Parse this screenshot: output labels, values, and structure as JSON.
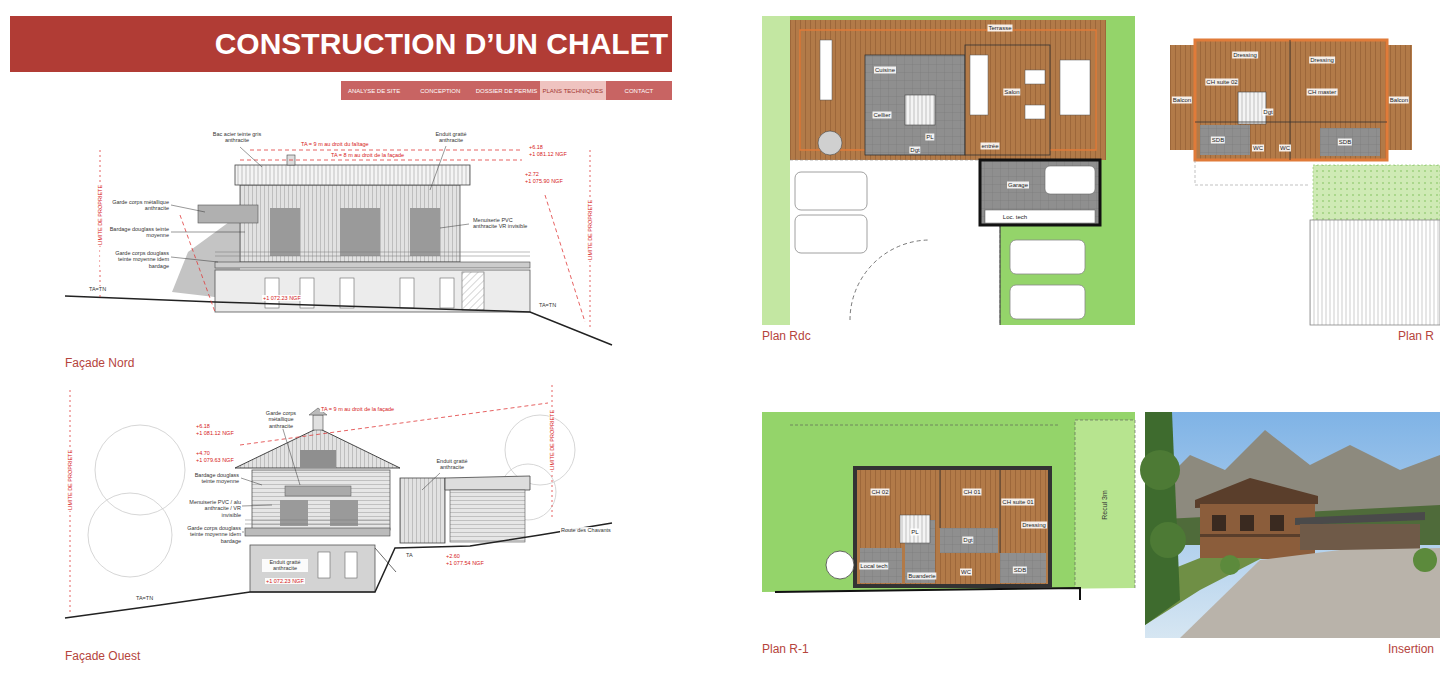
{
  "diagram": {
    "title": "CONSTRUCTION D’UN CHALET",
    "nodes": [
      {
        "text": [
          "ANALYSE DE SITE"
        ]
      },
      {
        "text": [
          "CONCEPTION"
        ]
      },
      {
        "text": [
          "DOSSIER DE PERMIS"
        ]
      },
      {
        "text": [
          "PLANS TECHNIQUES"
        ]
      },
      {
        "text": [
          "CONTACT"
        ]
      },
      {
        "text": [
          "Façade Nord"
        ]
      },
      {
        "text": [
          "Façade Ouest"
        ]
      },
      {
        "text": [
          "Plan Rdc"
        ]
      },
      {
        "text": [
          "Plan R"
        ]
      },
      {
        "text": [
          "Plan R-1"
        ]
      },
      {
        "text": [
          "Insertion"
        ]
      },
      {
        "text": [
          "Terrasse"
        ],
        "in": 7
      },
      {
        "text": [
          "Cuisine"
        ],
        "in": 7
      },
      {
        "text": [
          "Salon"
        ],
        "in": 7
      },
      {
        "text": [
          "Cellier"
        ],
        "in": 7
      },
      {
        "text": [
          "PL"
        ],
        "in": 7
      },
      {
        "text": [
          "Dgt"
        ],
        "in": 7
      },
      {
        "text": [
          "entrée"
        ],
        "in": 7
      },
      {
        "text": [
          "Garage"
        ],
        "in": 7
      },
      {
        "text": [
          "Loc. tech"
        ],
        "in": 7
      },
      {
        "text": [
          "Dressing"
        ],
        "in": 8
      },
      {
        "text": [
          "CH suite 02"
        ],
        "in": 8
      },
      {
        "text": [
          "Dressing"
        ],
        "in": 8
      },
      {
        "text": [
          "CH master"
        ],
        "in": 8
      },
      {
        "text": [
          "Balcon"
        ],
        "in": 8
      },
      {
        "text": [
          "Balcon"
        ],
        "in": 8
      },
      {
        "text": [
          "SDB"
        ],
        "in": 8
      },
      {
        "text": [
          "Dgt"
        ],
        "in": 8
      },
      {
        "text": [
          "WC"
        ],
        "in": 8
      },
      {
        "text": [
          "WC"
        ],
        "in": 8
      },
      {
        "text": [
          "SDB"
        ],
        "in": 8
      },
      {
        "text": [
          "CH 02"
        ],
        "in": 9
      },
      {
        "text": [
          "CH 01"
        ],
        "in": 9
      },
      {
        "text": [
          "CH suite 01"
        ],
        "in": 9
      },
      {
        "text": [
          "PL"
        ],
        "in": 9
      },
      {
        "text": [
          "Dgt"
        ],
        "in": 9
      },
      {
        "text": [
          "Dressing"
        ],
        "in": 9
      },
      {
        "text": [
          "Local tech"
        ],
        "in": 9
      },
      {
        "text": [
          "Buanderie"
        ],
        "in": 9
      },
      {
        "text": [
          "WC"
        ],
        "in": 9
      },
      {
        "text": [
          "SDB"
        ],
        "in": 9
      }
    ],
    "labels": [
      "Bac acier teinte gris anthracite",
      "Enduit gratté anthracite",
      "TA = 9 m au droit du faîtage",
      "TA = 8 m au droit de la façade",
      "+6.18",
      "+1 081.12 NGF",
      "+2.72",
      "+1 075.90 NGF",
      "Garde corps métallique anthracite",
      "Bardage douglass teinte moyenne",
      "Garde corps douglass teinte moyenne idem bardage",
      "Menuiserie PVC anthracite VR invisible",
      "+1 072.23 NGF",
      "TA=TN",
      "TA=TN",
      "LIMITE DE PROPRIETE",
      "LIMITE DE PROPRIETE",
      "Garde corps métallique anthracite",
      "+6.18",
      "+1 081.12 NGF",
      "+4.70",
      "+1 079.63 NGF",
      "TA = 9 m au droit de la façade",
      "Bardage douglass teinte moyenne",
      "Menuiserie PVC / alu anthracite / VR invisible",
      "Garde corps douglass teinte moyenne idem bardage",
      "Enduit gratté anthracite",
      "+2.60",
      "+1 077.54 NGF",
      "Enduit gratté anthracite",
      "+1 072.23 NGF",
      "TA",
      "TA=TN",
      "Route des Chavants",
      "LIMITE DE PROPRIETE",
      "LIMITE DE PROPRIETE",
      "Recul 3m"
    ]
  }
}
